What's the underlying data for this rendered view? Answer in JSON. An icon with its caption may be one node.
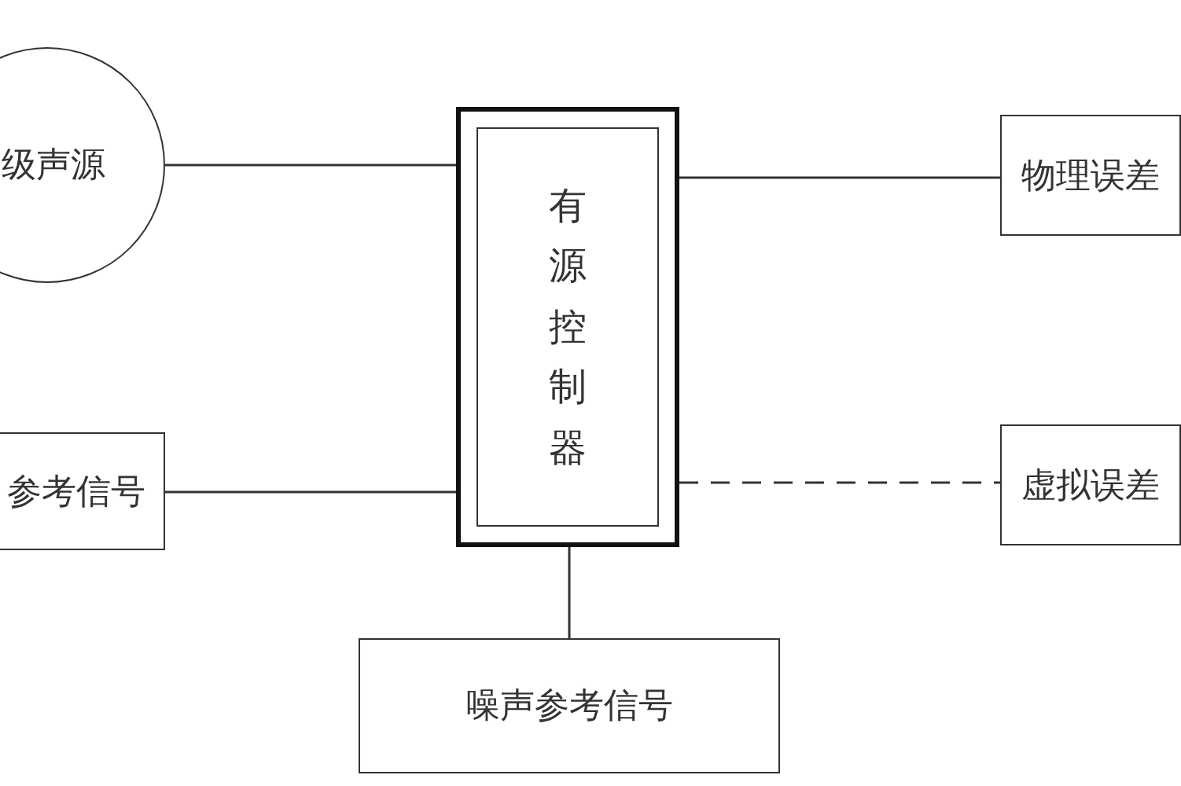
{
  "diagram": {
    "nodes": [
      {
        "text": [
          "级声源"
        ]
      },
      {
        "text": [
          "有源控制器"
        ]
      },
      {
        "text": [
          "物理误差"
        ]
      },
      {
        "text": [
          "参考信号"
        ]
      },
      {
        "text": [
          "虚拟误差"
        ]
      },
      {
        "text": [
          "噪声参考信号"
        ]
      }
    ],
    "edges": [
      {
        "from": 0,
        "to": 1,
        "arrow": "none"
      },
      {
        "from": 1,
        "to": 2,
        "arrow": "none"
      },
      {
        "from": 3,
        "to": 1,
        "arrow": "none"
      },
      {
        "from": 1,
        "to": 4,
        "arrow": "none",
        "style": "dashed"
      },
      {
        "from": 1,
        "to": 5,
        "arrow": "none"
      }
    ]
  }
}
